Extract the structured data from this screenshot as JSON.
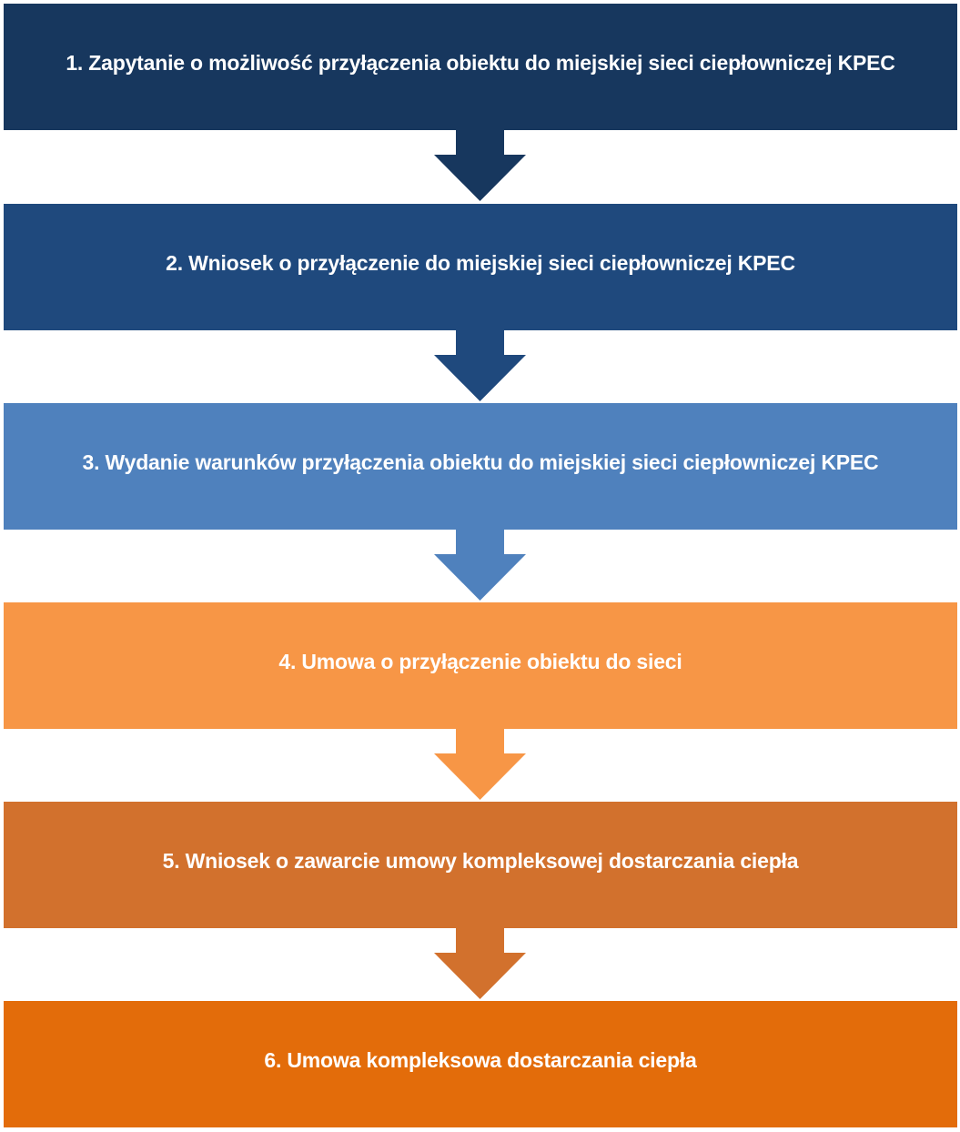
{
  "steps": [
    {
      "label": "1. Zapytanie o możliwość przyłączenia obiektu do miejskiej sieci ciepłowniczej KPEC",
      "color": "#17375e"
    },
    {
      "label": "2. Wniosek o przyłączenie do miejskiej sieci ciepłowniczej KPEC",
      "color": "#1f497d"
    },
    {
      "label": "3. Wydanie warunków przyłączenia obiektu do miejskiej sieci ciepłowniczej KPEC",
      "color": "#4f81bd"
    },
    {
      "label": "4. Umowa o przyłączenie obiektu do sieci",
      "color": "#f79646"
    },
    {
      "label": "5. Wniosek o zawarcie umowy kompleksowej dostarczania ciepła",
      "color": "#d2712d"
    },
    {
      "label": "6. Umowa kompleksowa dostarczania ciepła",
      "color": "#e36c0a"
    }
  ]
}
